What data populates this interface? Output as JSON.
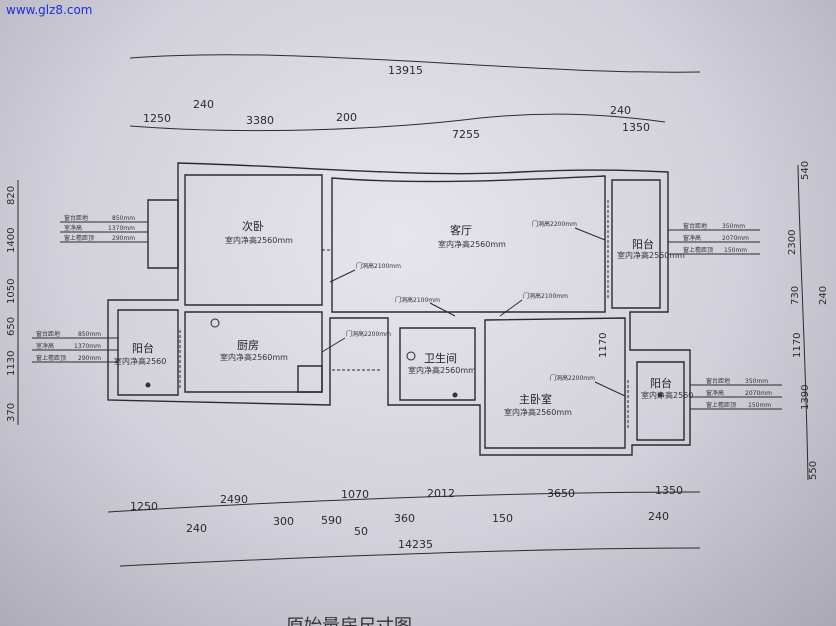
{
  "watermark": "www.glz8.com",
  "caption": "原始量房尺寸图",
  "dimensions": {
    "total_top": "13915",
    "top_row": [
      "1250",
      "240",
      "3380",
      "200",
      "7255",
      "240",
      "1350"
    ],
    "bottom_row": [
      "1250",
      "2490",
      "1070",
      "2012",
      "3650",
      "1350"
    ],
    "bottom_sub": [
      "240",
      "300",
      "590",
      "50",
      "360",
      "150",
      "240"
    ],
    "total_bottom": "14235",
    "left_col": [
      "820",
      "1400",
      "1050",
      "650",
      "1130",
      "370"
    ],
    "right_col": [
      "540",
      "2300",
      "730",
      "240",
      "1170",
      "1390",
      "550"
    ],
    "inner_1170": "1170"
  },
  "rooms": {
    "second_bedroom": {
      "name": "次卧",
      "height": "室内净高2560mm"
    },
    "living_room": {
      "name": "客厅",
      "height": "室内净高2560mm"
    },
    "kitchen": {
      "name": "厨房",
      "height": "室内净高2560mm"
    },
    "bathroom": {
      "name": "卫生间",
      "height": "室内净高2560mm"
    },
    "master_bedroom": {
      "name": "主卧室",
      "height": "室内净高2560mm"
    },
    "balcony_left": {
      "name": "阳台",
      "height": "室内净高2560"
    },
    "balcony_right_top": {
      "name": "阳台",
      "height": "室内净高2560mm"
    },
    "balcony_right_bottom": {
      "name": "阳台",
      "height": "室内净高2560"
    }
  },
  "door_notes": {
    "d1": "门洞高2100mm",
    "d2": "门洞高2200mm",
    "d3": "门洞高2100mm",
    "d4": "门洞高2100mm",
    "d5": "门洞高2200mm",
    "d6": "门洞高2200mm"
  },
  "window_notes": {
    "left_top": [
      "窗台距地",
      "850mm",
      "室净高",
      "1370mm",
      "窗上檐距顶",
      "290mm"
    ],
    "left_bottom": [
      "窗台距地",
      "850mm",
      "室净高",
      "1370mm",
      "窗上檐距顶",
      "290mm"
    ],
    "right_top": [
      "窗台距地",
      "350mm",
      "窗净高",
      "2070mm",
      "窗上檐距顶",
      "150mm"
    ],
    "right_bottom": [
      "窗台距地",
      "350mm",
      "窗净高",
      "2070mm",
      "窗上檐距顶",
      "150mm"
    ]
  }
}
